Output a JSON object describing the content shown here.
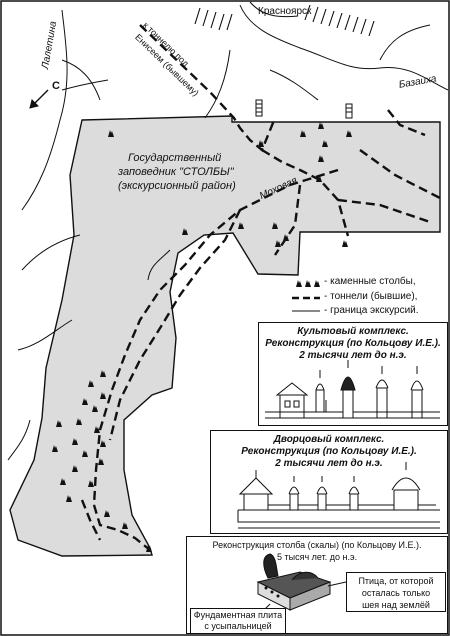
{
  "map": {
    "city": "Красноярск",
    "river_left": "Лалетина",
    "river_right": "Базаиха",
    "river_middle": "Моховая",
    "tunnel_note": [
      "к тоннелю под",
      "Енисеем (бывшему)"
    ],
    "compass": "С",
    "reserve_title": [
      "Государственный",
      "заповедник \"СТОЛБЫ\"",
      "(экскурсионный район)"
    ]
  },
  "legend": {
    "items": [
      {
        "symbol": "stone-pillar",
        "label": "- каменные столбы,"
      },
      {
        "symbol": "dashed-line",
        "label": "- тоннели (бывшие),"
      },
      {
        "symbol": "thin-line",
        "label": "- граница экскурсий."
      }
    ]
  },
  "panels": {
    "cult": {
      "title": [
        "Культовый комплекс.",
        "Реконструкция (по Кольцову И.Е.).",
        "2 тысячи лет до н.э."
      ]
    },
    "palace": {
      "title": [
        "Дворцовый комплекс.",
        "Реконструкция (по Кольцову И.Е.).",
        "2 тысячи лет до н.э."
      ]
    },
    "pillar": {
      "title": [
        "Реконструкция столба (скалы) (по Кольцову И.Е.).",
        "5 тысяч лет. до н.э."
      ],
      "bird_note": [
        "Птица, от которой",
        "осталась только",
        "шея над землёй"
      ],
      "slab_note": [
        "Фундаментная плита",
        "с усыпальницей"
      ]
    }
  },
  "colors": {
    "reserve_fill": "#dcdcdc",
    "ink": "#111111"
  }
}
